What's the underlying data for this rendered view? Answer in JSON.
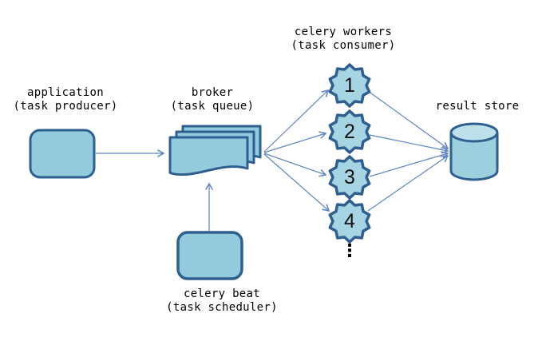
{
  "diagram": {
    "background": "#ffffff",
    "colors": {
      "shape_fill": "#92CBDD",
      "seal_fill": "#A6D4E2",
      "cylinder_body_fill": "#9CD0DE",
      "cylinder_top_fill": "#BDE0EA",
      "shape_border": "#2F5F8F",
      "arrow": "#5E84C3",
      "text": "#000000"
    },
    "nodes": {
      "application": {
        "label": "application",
        "sublabel": "(task producer)"
      },
      "broker": {
        "label": "broker",
        "sublabel": "(task queue)"
      },
      "celery_beat": {
        "label": "celery beat",
        "sublabel": "(task scheduler)"
      },
      "workers": {
        "label": "celery workers",
        "sublabel": "(task consumer)",
        "items": [
          "1",
          "2",
          "3",
          "4"
        ],
        "more_indicator": "⋮"
      },
      "result_store": {
        "label": "result store"
      }
    },
    "edges": [
      {
        "from": "application",
        "to": "broker"
      },
      {
        "from": "celery_beat",
        "to": "broker"
      },
      {
        "from": "broker",
        "to": "worker-1"
      },
      {
        "from": "broker",
        "to": "worker-2"
      },
      {
        "from": "broker",
        "to": "worker-3"
      },
      {
        "from": "broker",
        "to": "worker-4"
      },
      {
        "from": "worker-1",
        "to": "result_store"
      },
      {
        "from": "worker-2",
        "to": "result_store"
      },
      {
        "from": "worker-3",
        "to": "result_store"
      },
      {
        "from": "worker-4",
        "to": "result_store"
      }
    ]
  }
}
